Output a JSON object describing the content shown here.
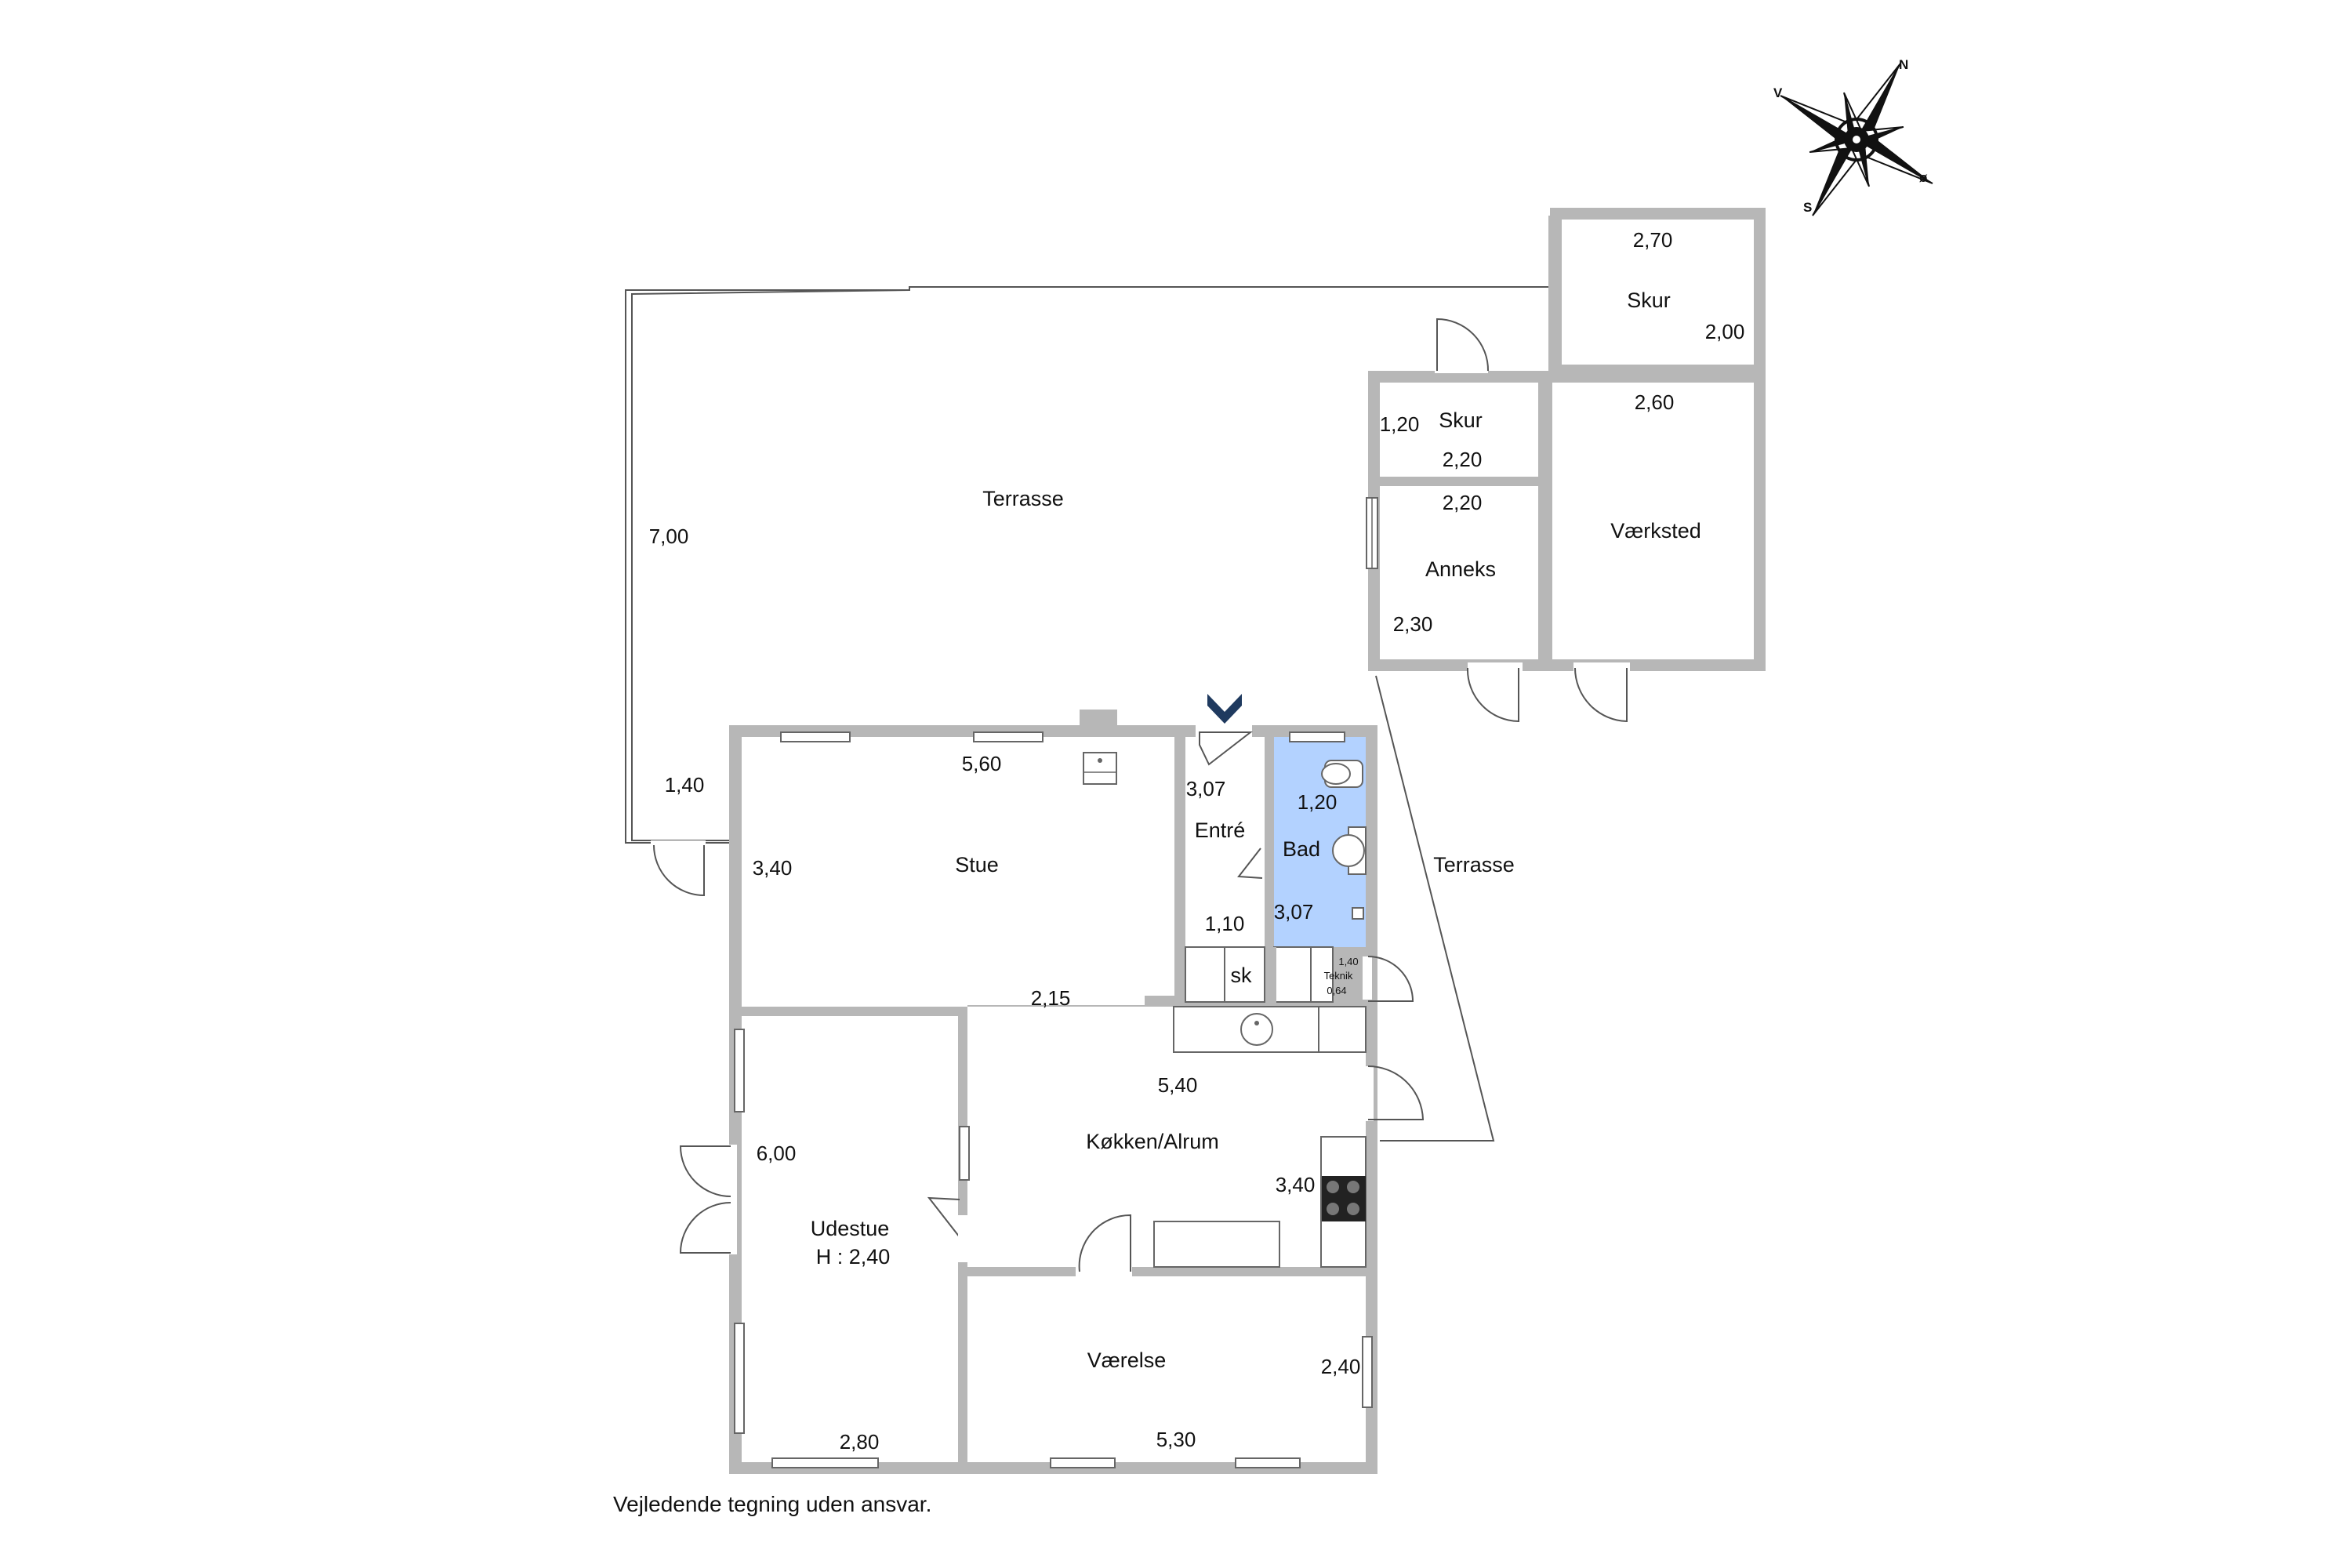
{
  "rooms": {
    "terrasse_north": "Terrasse",
    "terrasse_east": "Terrasse",
    "skur_large": "Skur",
    "skur_small": "Skur",
    "anneks": "Anneks",
    "vaerksted": "Værksted",
    "stue": "Stue",
    "entre": "Entré",
    "bad": "Bad",
    "koekken": "Køkken/Alrum",
    "udestue": "Udestue",
    "udestue_height": "H : 2,40",
    "vaerelse": "Værelse",
    "teknik": "Teknik",
    "sk": "sk"
  },
  "dims": {
    "terrasse_depth": "7,00",
    "terrasse_side": "1,40",
    "skur_large_w": "2,70",
    "skur_large_d": "2,00",
    "skur_small_d": "1,20",
    "skur_small_w": "2,20",
    "anneks_w": "2,20",
    "anneks_d": "2,30",
    "vaerksted_w": "2,60",
    "stue_w": "5,60",
    "stue_d": "3,40",
    "entre_d": "3,07",
    "bad_w": "1,20",
    "bad_d": "3,07",
    "hall_w": "1,10",
    "koekken_gap": "2,15",
    "koekken_w": "5,40",
    "koekken_d": "3,40",
    "teknik_w": "1,40",
    "teknik_d": "0,64",
    "udestue_d": "6,00",
    "udestue_w": "2,80",
    "vaerelse_w": "5,30",
    "vaerelse_d": "2,40"
  },
  "compass": {
    "n": "N",
    "v": "V",
    "s": "S",
    "o": "ø"
  },
  "disclaimer": "Vejledende tegning uden ansvar.",
  "colors": {
    "bathroom": "#b3d2ff",
    "entrance_marker": "#1f3a5f",
    "walls": "#b7b7b7"
  }
}
